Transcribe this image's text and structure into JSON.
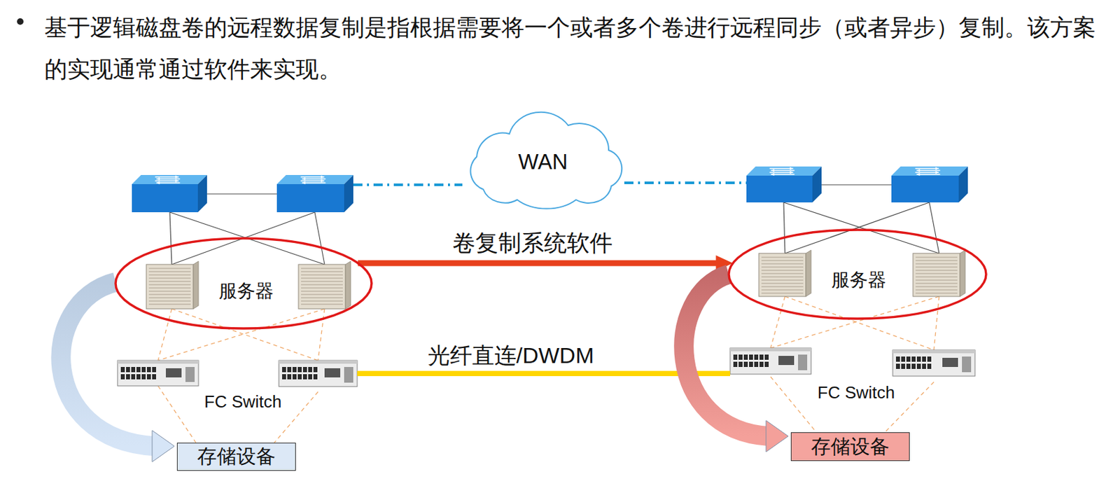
{
  "diagram": {
    "nodes": [
      {
        "text": [
          "WAN"
        ]
      },
      {
        "text": [
          "服务器"
        ]
      },
      {
        "text": [
          "服务器"
        ]
      },
      {
        "text": [
          "FC Switch"
        ]
      },
      {
        "text": [
          "FC Switch"
        ]
      },
      {
        "text": [
          "存储设备"
        ]
      },
      {
        "text": [
          "存储设备"
        ]
      }
    ],
    "edges": [
      {
        "from": 1,
        "to": 2,
        "arrow": "to",
        "label": "卷复制系统软件"
      },
      {
        "from": 3,
        "to": 4,
        "arrow": "none",
        "label": "光纤直连/DWDM"
      },
      {
        "from": 1,
        "to": 5,
        "arrow": "to"
      },
      {
        "from": 2,
        "to": 6,
        "arrow": "to"
      }
    ],
    "labels": [
      "基于逻辑磁盘卷的远程数据复制是指根据需要将一个或者多个卷进行远程同步（或者异步）复制。该方案的实现通常通过软件来实现。"
    ]
  }
}
